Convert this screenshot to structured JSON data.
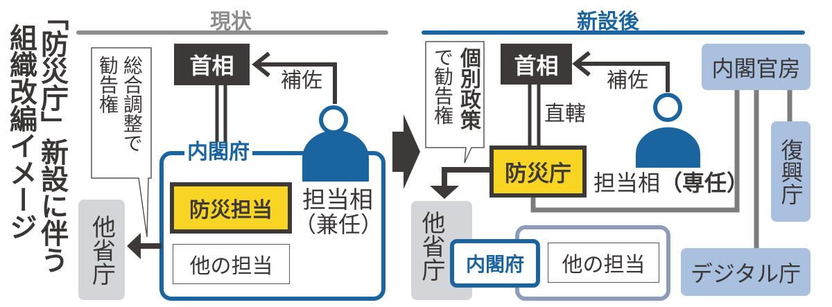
{
  "title": {
    "line1": "「防災庁」新設に伴う",
    "line2": "組織改編イメージ"
  },
  "current": {
    "header": "現状",
    "pm": "首相",
    "assist": "補佐",
    "bubble": {
      "col1": "総合調整で",
      "col2": "勧告権"
    },
    "cabinet_office": "内閣府",
    "disaster_unit": "防災担当",
    "other_unit": "他の担当",
    "minister": {
      "line1": "担当相",
      "line2": "（兼任）"
    },
    "other_ministries": "他省庁"
  },
  "after": {
    "header": "新設後",
    "pm": "首相",
    "assist": "補佐",
    "direct": "直轄",
    "bubble": {
      "col1": "個別政策",
      "col2": "で勧告権"
    },
    "agency": "防災庁",
    "minister": {
      "name": "担当相",
      "status": "（専任）"
    },
    "other_ministries": "他省庁",
    "cabinet_office": "内閣府",
    "other_unit": "他の担当",
    "cabinet_secretariat": "内閣官房",
    "reconstruction_agency": "復興庁",
    "digital_agency": "デジタル庁"
  },
  "colors": {
    "dark": "#3d3939",
    "yellow": "#f8d523",
    "blue": "#1a64a0",
    "light_blue": "#a9c0de",
    "grey": "#d3d5d8"
  }
}
